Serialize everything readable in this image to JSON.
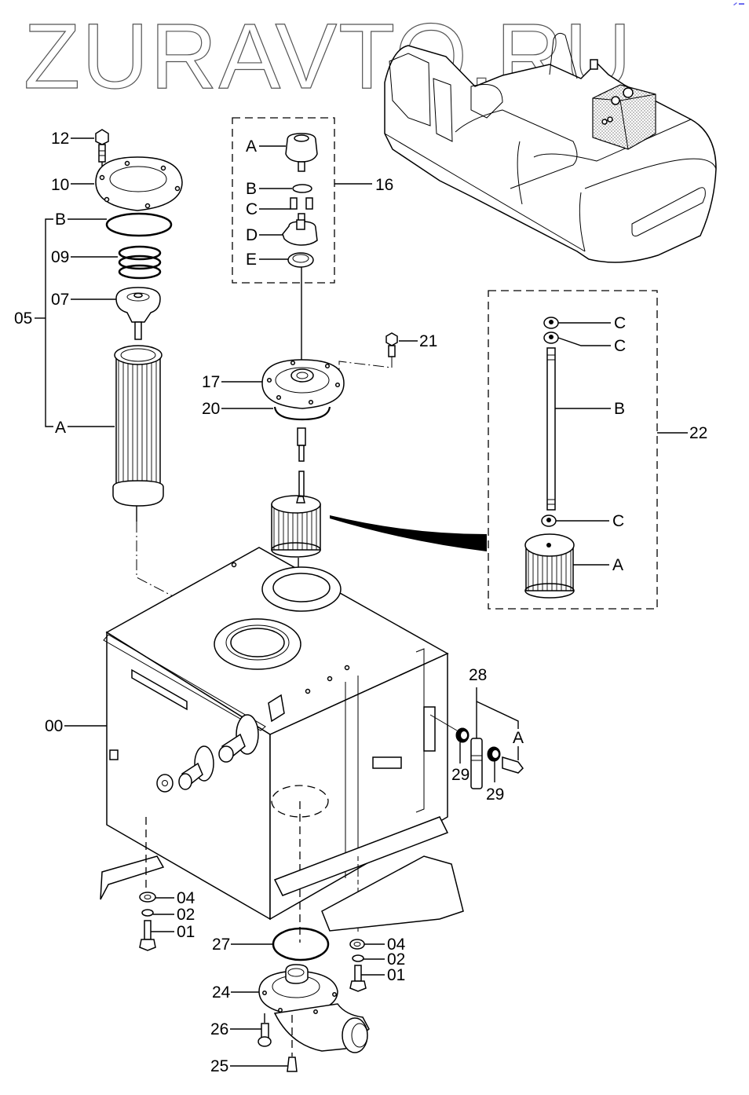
{
  "watermark": {
    "text": "ZURAVTO.RU"
  },
  "corner_mark": {
    "icon": "pencil-icon",
    "color": "#6b6bf0"
  },
  "diagram": {
    "title": "Hydraulic tank exploded parts view",
    "callouts": {
      "p12": "12",
      "p10": "10",
      "p05": "05",
      "p05B": "B",
      "p09": "09",
      "p07": "07",
      "p05A": "A",
      "p16": "16",
      "p16A": "A",
      "p16B": "B",
      "p16C": "C",
      "p16D": "D",
      "p16E": "E",
      "p21": "21",
      "p17": "17",
      "p20": "20",
      "p22": "22",
      "p22C1": "C",
      "p22C2": "C",
      "p22B": "B",
      "p22C3": "C",
      "p22A": "A",
      "p00": "00",
      "p28": "28",
      "p28A": "A",
      "p29a": "29",
      "p29b": "29",
      "p04a": "04",
      "p02a": "02",
      "p01a": "01",
      "p27": "27",
      "p04b": "04",
      "p02b": "02",
      "p01b": "01",
      "p24": "24",
      "p26": "26",
      "p25": "25"
    }
  }
}
